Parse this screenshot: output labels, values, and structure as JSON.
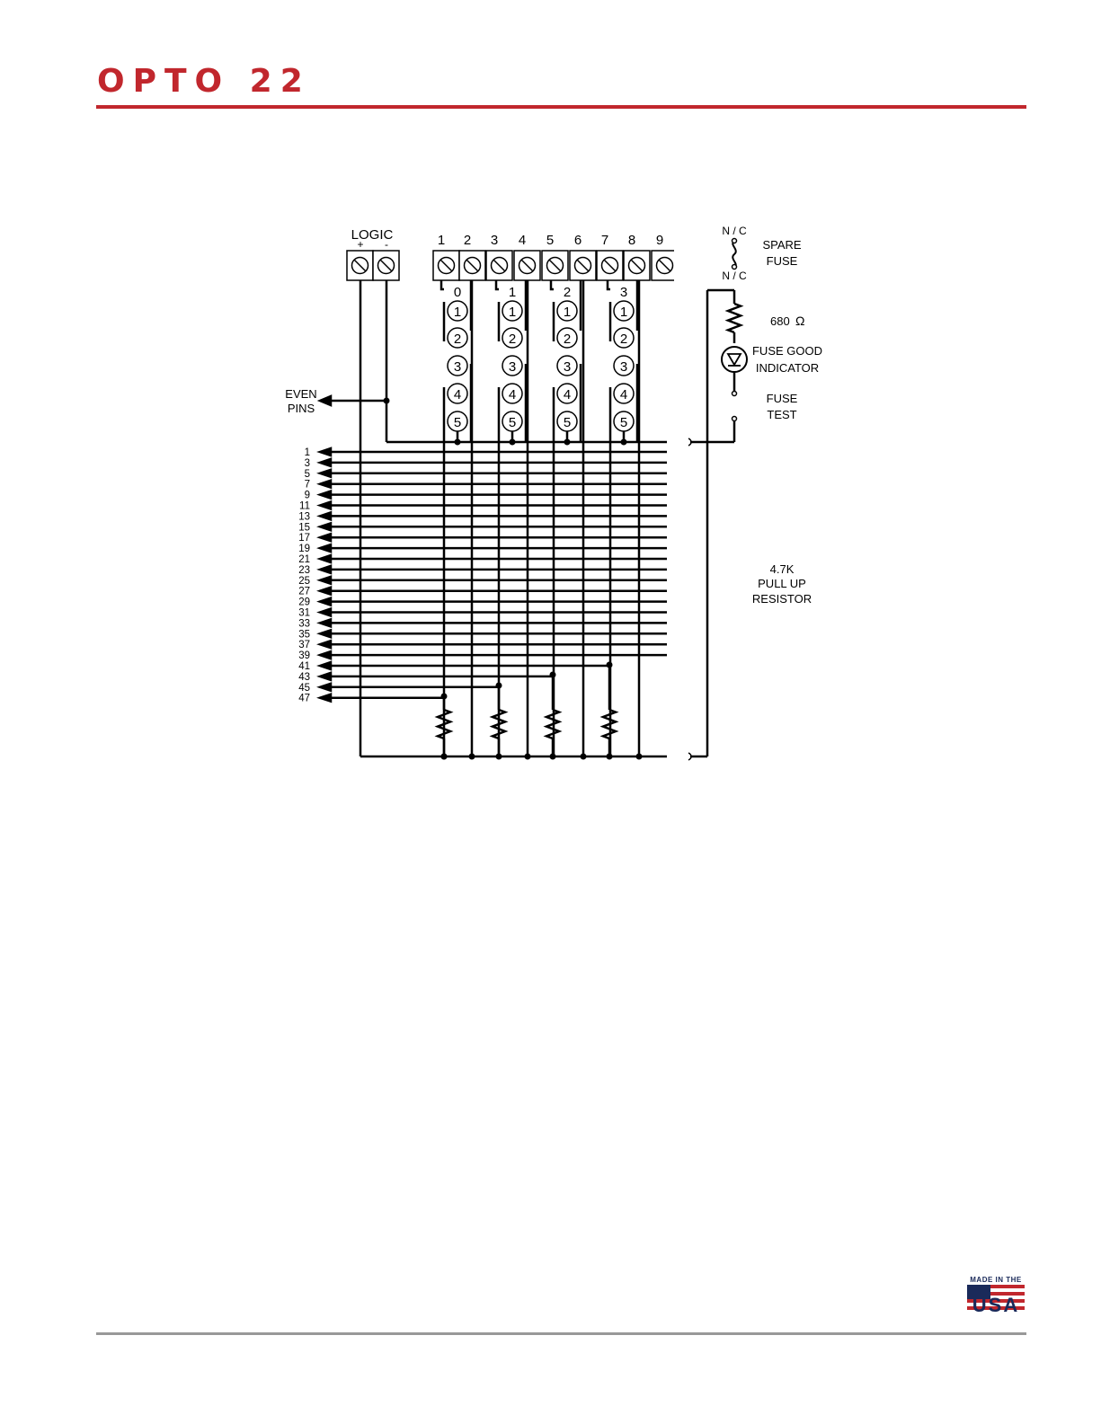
{
  "header": {
    "brand": "OPTO 22"
  },
  "diagram": {
    "logic_label": "LOGIC",
    "plus": "+",
    "minus": "-",
    "terminals": [
      "1",
      "2",
      "3",
      "4",
      "5",
      "6",
      "7",
      "8",
      "9"
    ],
    "groups": [
      "0",
      "1",
      "2",
      "3"
    ],
    "positions": [
      "1",
      "2",
      "3",
      "4",
      "5"
    ],
    "even_pins": [
      "EVEN",
      "PINS"
    ],
    "odd_pins": [
      "1",
      "3",
      "5",
      "7",
      "9",
      "11",
      "13",
      "15",
      "17",
      "19",
      "21",
      "23",
      "25",
      "27",
      "29",
      "31",
      "33",
      "35",
      "37",
      "39",
      "41",
      "43",
      "45",
      "47"
    ],
    "nc_top": "N / C",
    "nc_bottom": "N / C",
    "spare_fuse": [
      "SPARE",
      "FUSE"
    ],
    "resistor_680": "680",
    "ohm": "Ω",
    "fuse_good": [
      "FUSE GOOD",
      "INDICATOR"
    ],
    "fuse_test": [
      "FUSE",
      "TEST"
    ],
    "pullup": [
      "4.7K",
      "PULL UP",
      "RESISTOR"
    ]
  },
  "footer": {
    "badge_top": "MADE IN THE",
    "badge_word": "USA"
  }
}
